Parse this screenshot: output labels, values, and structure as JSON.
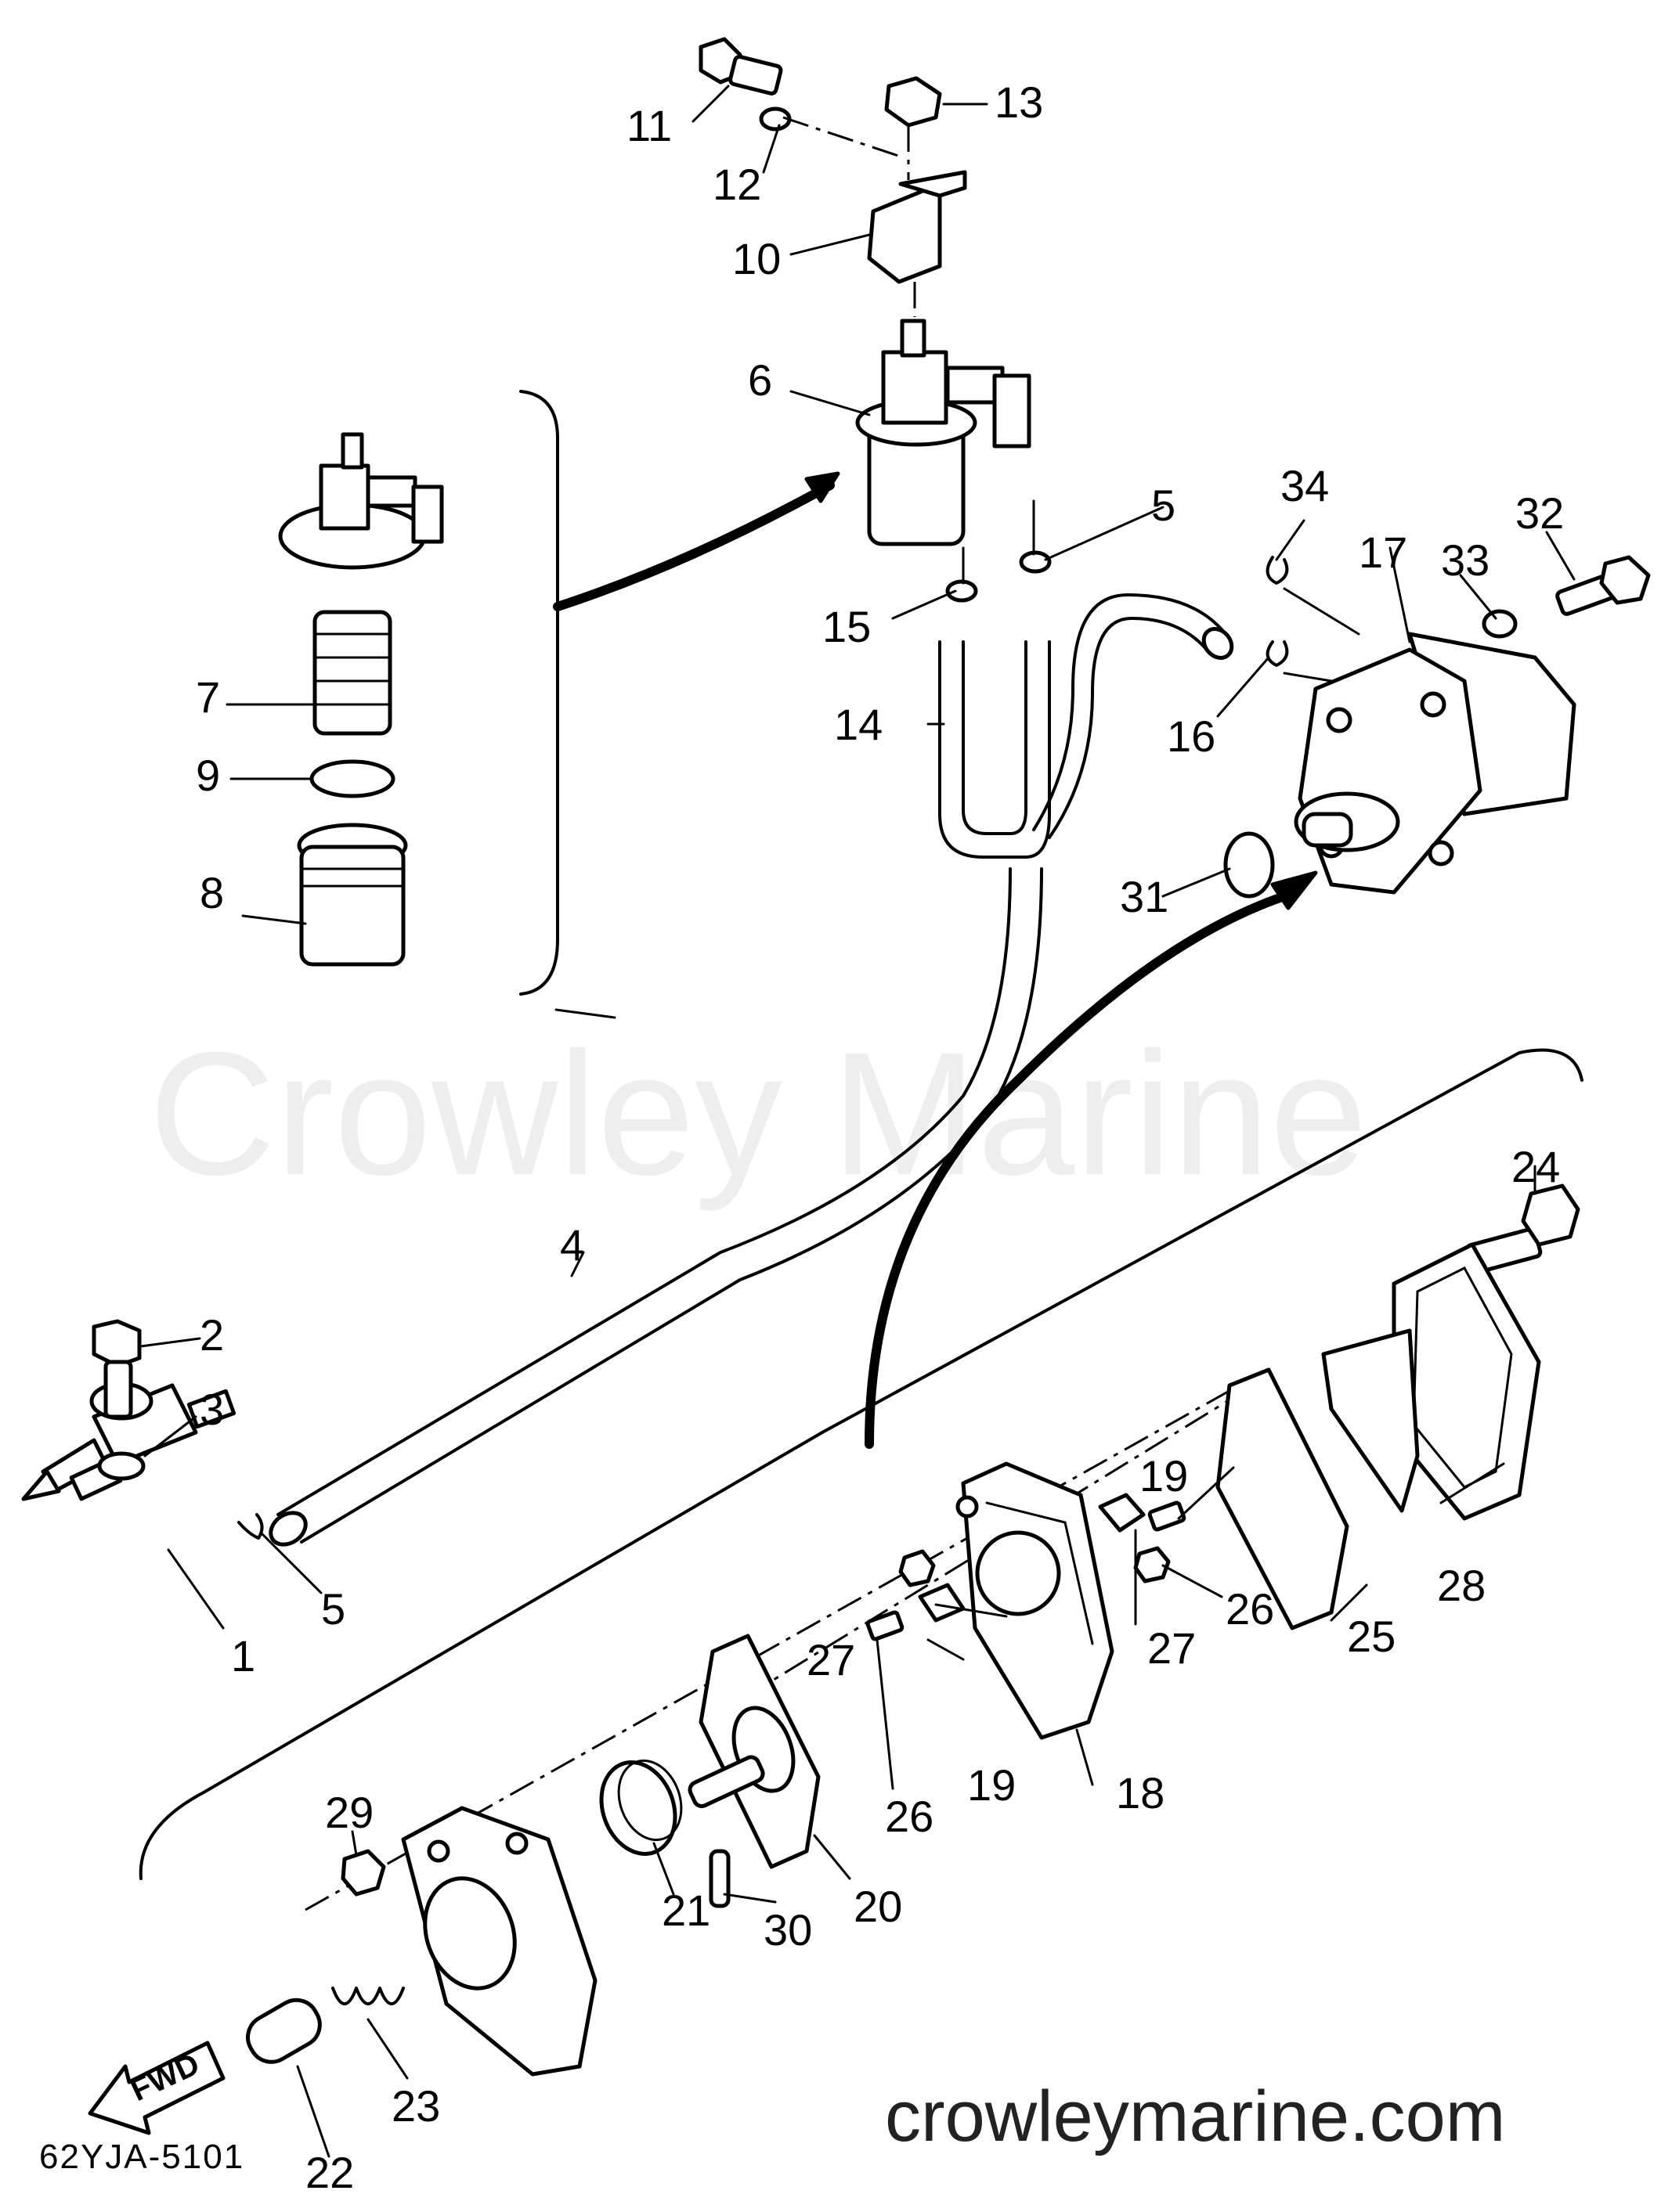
{
  "watermark": "Crowley Marine",
  "website": "crowleymarine.com",
  "diagram_code": "62YJA-5101",
  "fwd_label": "FWD",
  "callouts": {
    "c1": "1",
    "c2": "2",
    "c3": "3",
    "c4": "4",
    "c5a": "5",
    "c5b": "5",
    "c6": "6",
    "c7": "7",
    "c8": "8",
    "c9": "9",
    "c10": "10",
    "c11": "11",
    "c12": "12",
    "c13": "13",
    "c14": "14",
    "c15": "15",
    "c16": "16",
    "c17": "17",
    "c18": "18",
    "c19a": "19",
    "c19b": "19",
    "c20": "20",
    "c21": "21",
    "c22": "22",
    "c23": "23",
    "c24": "24",
    "c25": "25",
    "c26a": "26",
    "c26b": "26",
    "c27a": "27",
    "c27b": "27",
    "c28": "28",
    "c29": "29",
    "c30": "30",
    "c31": "31",
    "c32": "32",
    "c33": "33",
    "c34": "34"
  }
}
